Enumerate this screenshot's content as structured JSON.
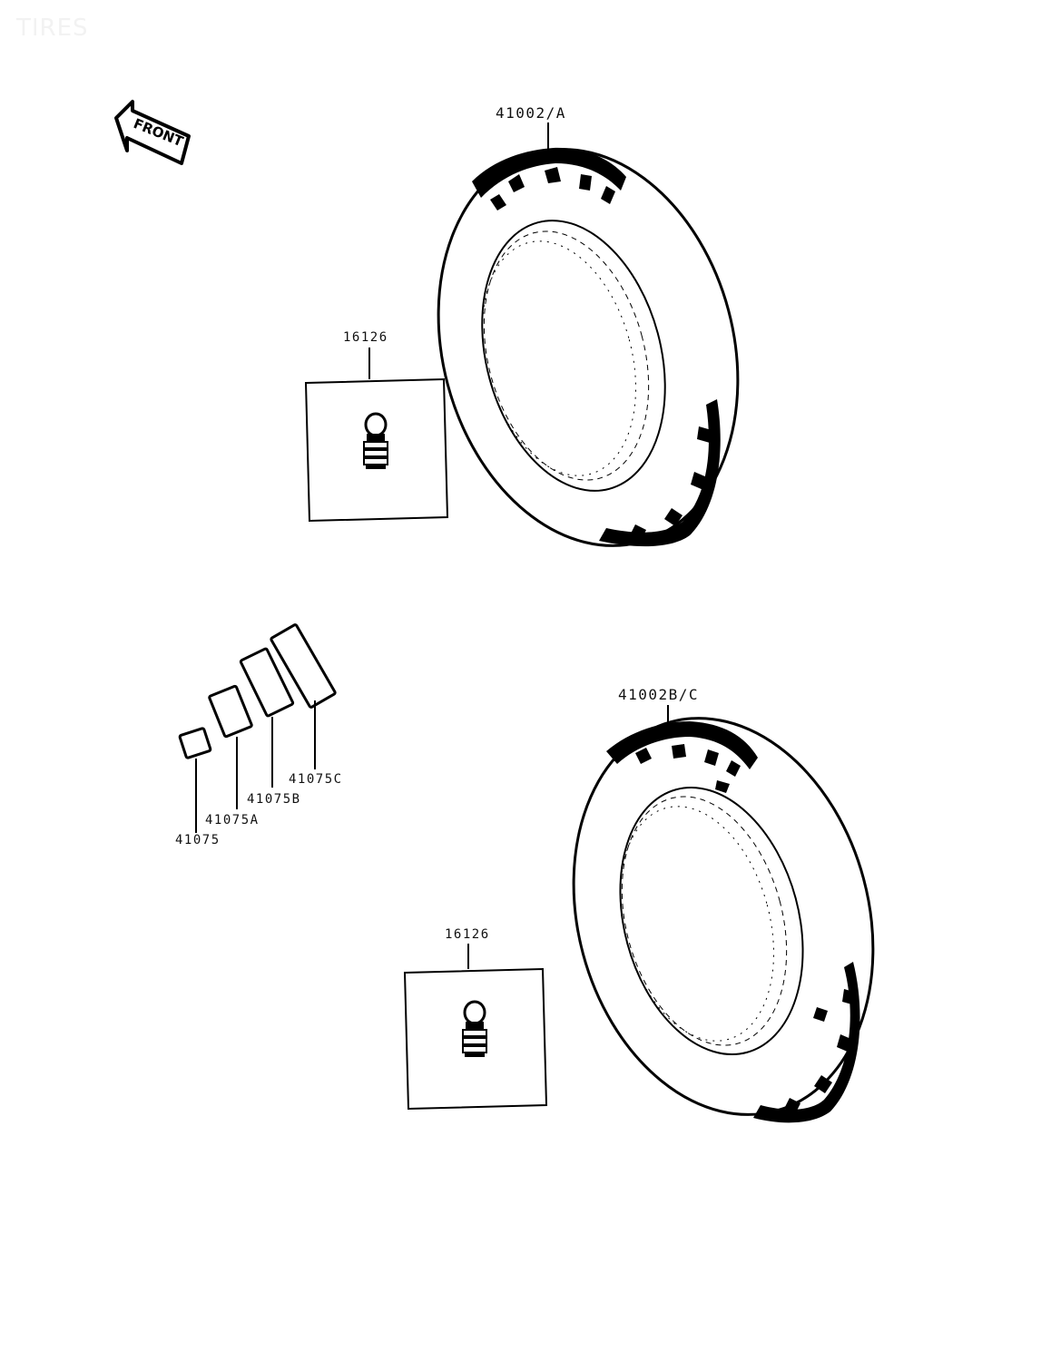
{
  "watermark": "TIRES",
  "front_arrow": {
    "text": "FRONT"
  },
  "callouts": {
    "tire_front": "41002/A",
    "tire_rear": "41002B/C",
    "valve_top": "16126",
    "valve_bottom": "16126",
    "weight_1": "41075",
    "weight_2": "41075A",
    "weight_3": "41075B",
    "weight_4": "41075C"
  }
}
